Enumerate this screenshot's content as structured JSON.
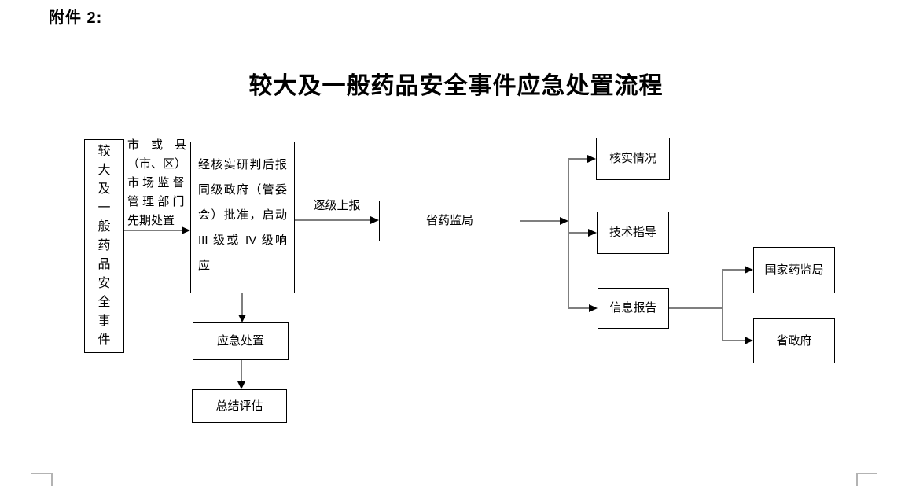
{
  "page": {
    "attachment_label": "附件 2:",
    "title": "较大及一般药品安全事件应急处置流程"
  },
  "flowchart": {
    "event_box": {
      "text": "较大及一般药品安全事件"
    },
    "prelim_note": {
      "lines": [
        "市　或　县",
        "（市、区）",
        "市 场 监 督",
        "管 理 部 门",
        "先期处置"
      ]
    },
    "approval_box": {
      "text": "经核实研判后报同级政府（管委会）批准，启动III 级或 IV 级响应"
    },
    "escalation_arrow": {
      "label": "逐级上报"
    },
    "provincial_drug_admin_box": {
      "text": "省药监局"
    },
    "verify_box": {
      "text": "核实情况"
    },
    "guidance_box": {
      "text": "技术指导"
    },
    "info_report_box": {
      "text": "信息报告"
    },
    "national_drug_admin_box": {
      "text": "国家药监局"
    },
    "provincial_gov_box": {
      "text": "省政府"
    },
    "response_box": {
      "text": "应急处置"
    },
    "evaluation_box": {
      "text": "总结评估"
    }
  },
  "colors": {
    "background": "#ffffff",
    "box_border": "#000000",
    "text": "#000000",
    "connector_line": "#7f7f7f",
    "arrowhead": "#000000",
    "boundary_mark": "#b3b3b3"
  }
}
